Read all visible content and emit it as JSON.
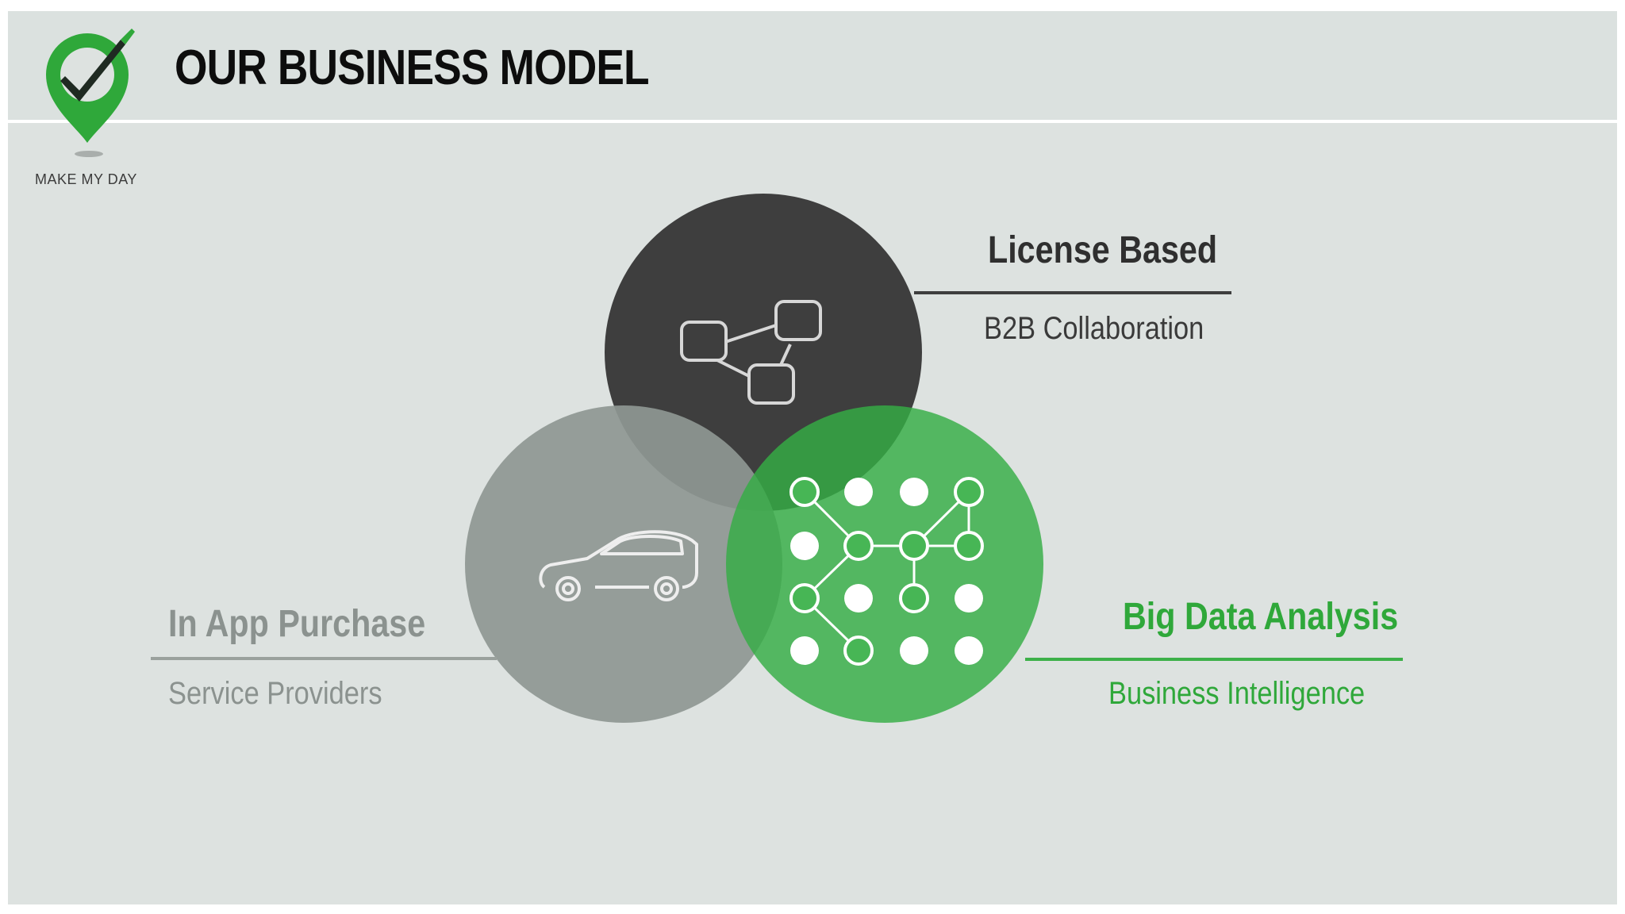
{
  "header": {
    "title": "OUR BUSINESS MODEL",
    "logo_text": "MAKE MY DAY",
    "logo_icon": "map-pin-check-icon"
  },
  "segments": {
    "license": {
      "title": "License Based",
      "subtitle": "B2B Collaboration",
      "icon": "connected-nodes-icon"
    },
    "in_app": {
      "title": "In App Purchase",
      "subtitle": "Service Providers",
      "icon": "car-icon"
    },
    "big_data": {
      "title": "Big Data Analysis",
      "subtitle": "Business Intelligence",
      "icon": "data-network-icon"
    }
  },
  "colors": {
    "dark_circle": "#3e3e3e",
    "gray_circle": "#8e9792",
    "green_circle": "#46b755",
    "green_text": "#2fa83a",
    "gray_text": "#8b928f",
    "dark_text": "#2f2f2f",
    "background": "#dde2e0"
  }
}
